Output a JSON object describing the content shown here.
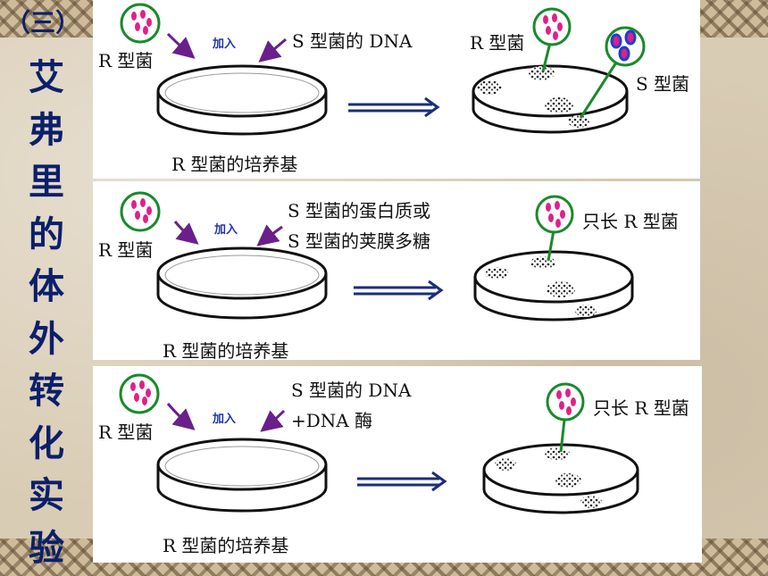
{
  "heading": "（三）",
  "side_title": "艾弗里的体外转化实验",
  "rows": [
    {
      "r_strain": "R 型菌",
      "add_label": "加入",
      "additive_lines": [
        "S 型菌的 DNA"
      ],
      "medium": "R 型菌的培养基",
      "result_labels": [
        "R 型菌",
        "S 型菌"
      ]
    },
    {
      "r_strain": "R 型菌",
      "add_label": "加入",
      "additive_lines": [
        "S 型菌的蛋白质或",
        "S 型菌的荚膜多糖"
      ],
      "medium": "R 型菌的培养基",
      "result_labels": [
        "只长 R 型菌"
      ]
    },
    {
      "r_strain": "R 型菌",
      "add_label": "加入",
      "additive_lines": [
        "S 型菌的 DNA",
        "+DNA 酶"
      ],
      "medium": "R 型菌的培养基",
      "result_labels": [
        "只长 R 型菌"
      ]
    }
  ],
  "colors": {
    "title": "#0b1f6b",
    "arrow": "#6a1f8a",
    "equal_arrow": "#1b2e7a",
    "circle_outline": "#1a8a2a",
    "r_cells": "#e0208a",
    "s_cells": "#1e3fd0"
  }
}
